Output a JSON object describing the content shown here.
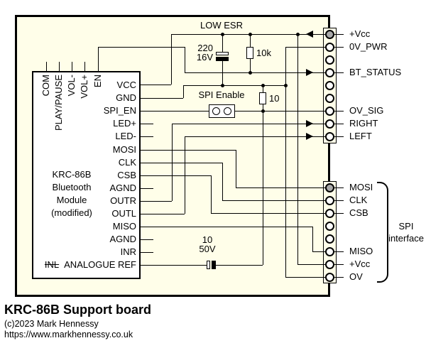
{
  "colors": {
    "diagram_bg": "#fffee9",
    "line": "#000000",
    "module_bg": "#ffffff",
    "pin_open": "#ffffff",
    "pin_filled": "#aaaaaa"
  },
  "title_block": {
    "title": "KRC-86B Support board",
    "copyright": "(c)2023 Mark Hennessy",
    "url": "https://www.markhennessy.co.uk"
  },
  "module": {
    "name_line1": "KRC-86B",
    "name_line2": "Bluetooth",
    "name_line3": "Module",
    "name_line4": "(modified)",
    "top_pins": [
      "COM",
      "PLAY/PAUSE",
      "VOL-",
      "VOL+",
      "EN"
    ],
    "right_pins": [
      "VCC",
      "GND",
      "SPI_EN",
      "LED+",
      "LED-",
      "MOSI",
      "CLK",
      "CSB",
      "AGND",
      "OUTR",
      "OUTL",
      "MISO",
      "AGND",
      "INR"
    ],
    "bottom_pin_struck": "INL",
    "bottom_pin_label": "ANALOGUE REF"
  },
  "components": {
    "cap_power_note": "LOW ESR",
    "cap_power_value": "220",
    "cap_power_voltage": "16V",
    "resistor_pullup": "10k",
    "resistor_series": "10",
    "jumper_label": "SPI Enable",
    "cap_ref_value": "10",
    "cap_ref_voltage": "50V"
  },
  "connector_main": {
    "pins": [
      "+Vcc",
      "0V_PWR",
      "",
      "BT_STATUS",
      "",
      "",
      "OV_SIG",
      "RIGHT",
      "LEFT"
    ]
  },
  "connector_spi": {
    "pins": [
      "MOSI",
      "CLK",
      "CSB",
      "",
      "",
      "MISO",
      "+Vcc",
      "OV"
    ],
    "bracket_line1": "SPI",
    "bracket_line2": "interface"
  }
}
